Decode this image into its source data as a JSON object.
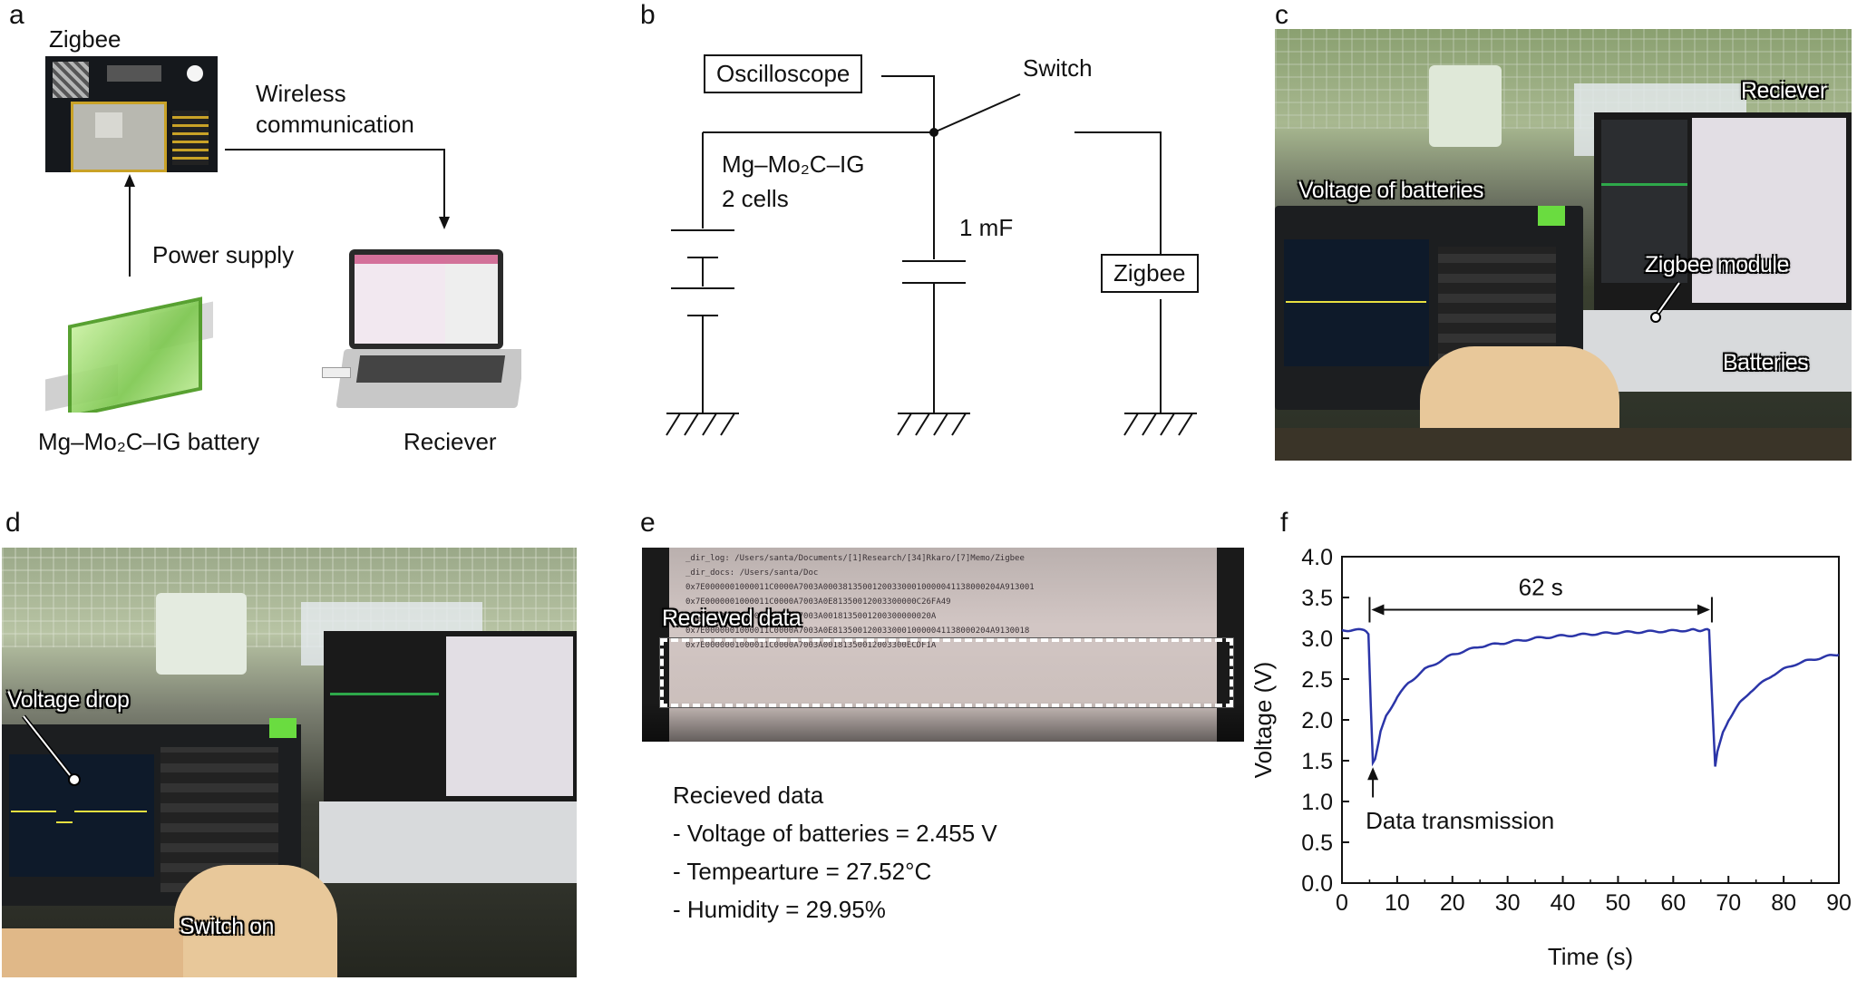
{
  "panels": {
    "a": {
      "letter": "a",
      "zigbee_label": "Zigbee",
      "wireless_line1": "Wireless",
      "wireless_line2": "communication",
      "power_supply": "Power supply",
      "battery_label": "Mg–Mo₂C–IG battery",
      "receiver_label": "Reciever"
    },
    "b": {
      "letter": "b",
      "oscilloscope": "Oscilloscope",
      "switch": "Switch",
      "cell_line1": "Mg–Mo₂C–IG",
      "cell_line2": "2 cells",
      "capacitor": "1 mF",
      "zigbee": "Zigbee"
    },
    "c": {
      "letter": "c",
      "receiver": "Reciever",
      "voltage_of_batteries": "Voltage of batteries",
      "zigbee_module": "Zigbee module",
      "batteries": "Batteries"
    },
    "d": {
      "letter": "d",
      "voltage_drop": "Voltage drop",
      "switch_on": "Switch on"
    },
    "e": {
      "letter": "e",
      "overlay_label": "Recieved data",
      "heading": "Recieved data",
      "items": [
        "- Voltage of batteries = 2.455 V",
        "- Tempearture = 27.52°C",
        "- Humidity = 29.95%"
      ],
      "screen_lines": [
        "_dir_log: /Users/santa/Documents/[1]Research/[34]Rkaro/[7]Memo/Zigbee",
        "_dir_docs: /Users/santa/Doc",
        "0x7E0000001000011C0000A7003A000381350012003300010000041138000204A913001",
        "0x7E0000001000011C0000A7003A0E81350012003300000C26FA49",
        "0x7E0000001000011C0000A7003A0018135001200300000020A",
        "0x7E0000001000011C0000A7003A0E81350012003300010000041138000204A9130018",
        "0x7E0000001000011C0000A7003A00181350012003300ECDF1A"
      ]
    },
    "f": {
      "letter": "f",
      "interval_label": "62 s",
      "annotation": "Data transmission"
    }
  },
  "chart_data": {
    "type": "line",
    "xlabel": "Time (s)",
    "ylabel": "Voltage (V)",
    "xlim": [
      0,
      90
    ],
    "ylim": [
      0,
      4.0
    ],
    "x_ticks": [
      0,
      10,
      20,
      30,
      40,
      50,
      60,
      70,
      80,
      90
    ],
    "y_ticks": [
      "0.0",
      "0.5",
      "1.0",
      "1.5",
      "2.0",
      "2.5",
      "3.0",
      "3.5",
      "4.0"
    ],
    "series_color": "#2b35a8",
    "series": [
      {
        "x": [
          0,
          2,
          4,
          4.8,
          5.2,
          5.6,
          6,
          7,
          8,
          10,
          12,
          15,
          20,
          25,
          30,
          35,
          40,
          45,
          50,
          55,
          60,
          63,
          66.5,
          67.0,
          67.6,
          68,
          69,
          70,
          72,
          74,
          76,
          78,
          80,
          82,
          84,
          86,
          88,
          90
        ],
        "y": [
          3.1,
          3.1,
          3.1,
          3.05,
          2.2,
          1.47,
          1.52,
          1.85,
          2.05,
          2.28,
          2.45,
          2.62,
          2.8,
          2.9,
          2.95,
          3.0,
          3.03,
          3.05,
          3.07,
          3.08,
          3.09,
          3.1,
          3.1,
          2.3,
          1.42,
          1.6,
          1.85,
          2.0,
          2.2,
          2.35,
          2.45,
          2.55,
          2.62,
          2.68,
          2.72,
          2.75,
          2.78,
          2.8
        ]
      }
    ],
    "annotations": [
      {
        "text": "62 s",
        "from_x": 5.0,
        "to_x": 67.0,
        "y": 3.35
      },
      {
        "text": "Data transmission",
        "arrow_x": 5.6
      }
    ]
  }
}
